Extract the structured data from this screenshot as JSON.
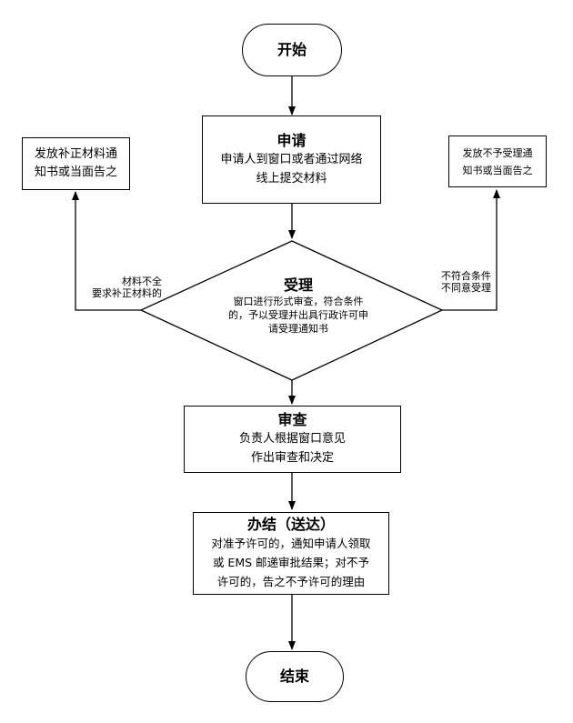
{
  "start": {
    "label": "开始"
  },
  "apply": {
    "title": "申请",
    "body": "申请人到窗口或者通过网络\n线上提交材料"
  },
  "left_notice": {
    "text": "发放补正材料通\n知书或当面告之"
  },
  "right_notice": {
    "text": "发放不予受理通\n知书或当面告之"
  },
  "left_condition": {
    "text": "材料不全\n要求补正材料的"
  },
  "right_condition": {
    "text": "不符合条件\n不同意受理"
  },
  "accept": {
    "title": "受理",
    "body": "窗口进行形式审查，符合条件\n的，予以受理并出具行政许可申\n请受理通知书"
  },
  "review": {
    "title": "审查",
    "body": "负责人根据窗口意见\n作出审查和决定"
  },
  "complete": {
    "title": "办结（送达）",
    "body": "对准予许可的，通知申请人领取\n或 EMS 邮递审批结果；对不予\n许可的，告之不予许可的理由"
  },
  "end": {
    "label": "结束"
  }
}
